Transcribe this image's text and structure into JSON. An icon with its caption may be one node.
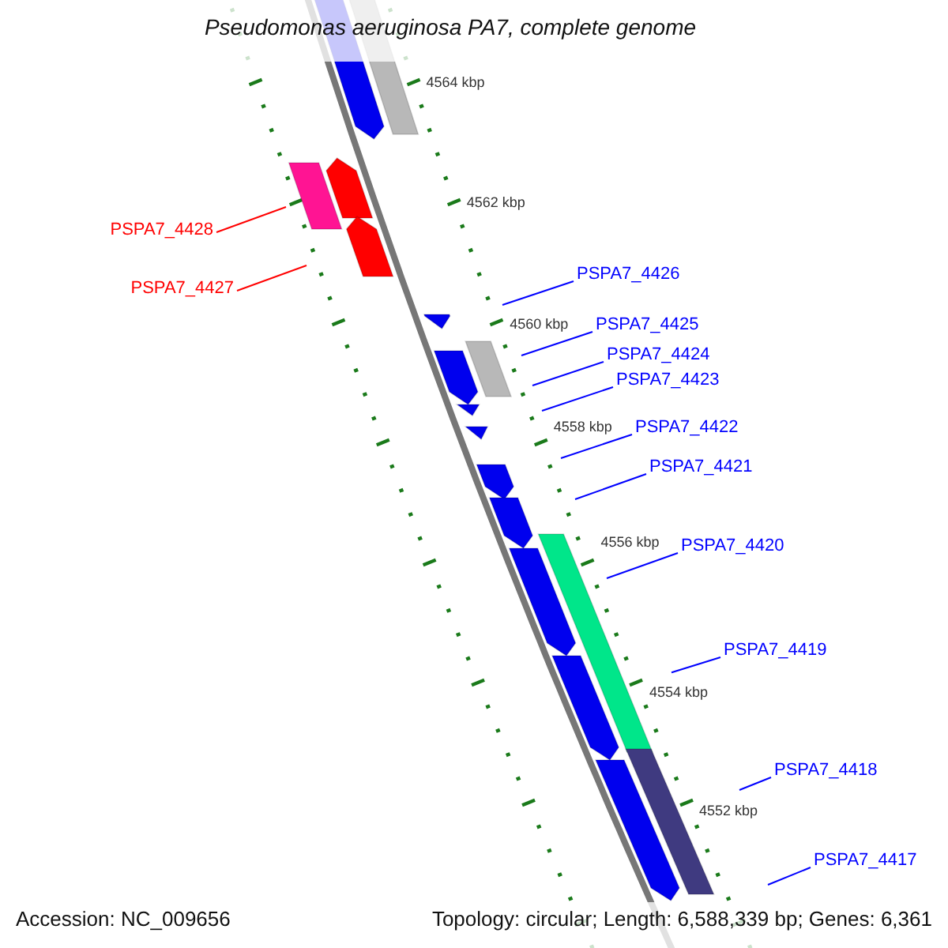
{
  "diagram": {
    "title": "Pseudomonas aeruginosa PA7, complete genome",
    "nodes": [
      {
        "text": [
          "PSPA7_4428"
        ]
      },
      {
        "text": [
          "PSPA7_4427"
        ]
      },
      {
        "text": [
          "PSPA7_4426"
        ]
      },
      {
        "text": [
          "PSPA7_4425"
        ]
      },
      {
        "text": [
          "PSPA7_4424"
        ]
      },
      {
        "text": [
          "PSPA7_4423"
        ]
      },
      {
        "text": [
          "PSPA7_4422"
        ]
      },
      {
        "text": [
          "PSPA7_4421"
        ]
      },
      {
        "text": [
          "PSPA7_4420"
        ]
      },
      {
        "text": [
          "PSPA7_4419"
        ]
      },
      {
        "text": [
          "PSPA7_4418"
        ]
      },
      {
        "text": [
          "PSPA7_4417"
        ]
      }
    ],
    "edges": [
      {
        "from": 0,
        "to": null,
        "arrow": "none",
        "color": "#ff0000"
      },
      {
        "from": 1,
        "to": null,
        "arrow": "none",
        "color": "#ff0000"
      },
      {
        "from": 2,
        "to": null,
        "arrow": "none"
      },
      {
        "from": 3,
        "to": null,
        "arrow": "none"
      },
      {
        "from": 4,
        "to": null,
        "arrow": "none"
      },
      {
        "from": 5,
        "to": null,
        "arrow": "none"
      },
      {
        "from": 6,
        "to": null,
        "arrow": "none"
      },
      {
        "from": 7,
        "to": null,
        "arrow": "none"
      },
      {
        "from": 8,
        "to": null,
        "arrow": "none"
      },
      {
        "from": 9,
        "to": null,
        "arrow": "none"
      },
      {
        "from": 10,
        "to": null,
        "arrow": "none"
      },
      {
        "from": 11,
        "to": null,
        "arrow": "none"
      }
    ],
    "labels": [
      "4564 kbp",
      "4562 kbp",
      "4560 kbp",
      "4558 kbp",
      "4556 kbp",
      "4554 kbp",
      "4552 kbp",
      "Accession: NC_009656",
      "Topology: circular; Length: 6,588,339 bp; Genes: 6,361"
    ]
  }
}
